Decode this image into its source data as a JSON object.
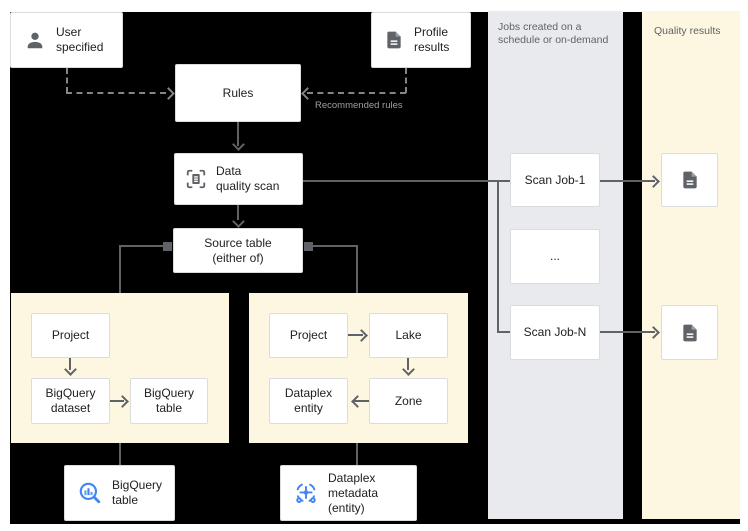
{
  "colors": {
    "page_background": "#ffffff",
    "diagram_background": "#000000",
    "panel_yellow": "#fdf6e0",
    "panel_gray": "#e8eaed",
    "box_background": "#ffffff",
    "box_border": "#dadce0",
    "text_primary": "#202124",
    "text_secondary": "#5f6368",
    "muted_label": "#9aa0a6",
    "connector": "#5f6368",
    "dashed_connector": "#80868b",
    "icon_gray": "#5f6368",
    "icon_blue": "#4285f4"
  },
  "nodes": {
    "user_specified": {
      "lines": [
        "User",
        "specified"
      ],
      "icon": "person-icon"
    },
    "profile_results": {
      "lines": [
        "Profile",
        "results"
      ],
      "icon": "document-icon"
    },
    "rules": {
      "label": "Rules"
    },
    "recommended_rules": {
      "label": "Recommended rules"
    },
    "data_quality_scan": {
      "lines": [
        "Data",
        "quality scan"
      ],
      "icon": "scan-frame-icon"
    },
    "source_table": {
      "lines": [
        "Source table",
        "(either of)"
      ]
    },
    "bq_project": {
      "label": "Project"
    },
    "bq_dataset": {
      "lines": [
        "BigQuery",
        "dataset"
      ]
    },
    "bq_table_panel": {
      "lines": [
        "BigQuery",
        "table"
      ]
    },
    "dp_project": {
      "label": "Project"
    },
    "lake": {
      "label": "Lake"
    },
    "zone": {
      "label": "Zone"
    },
    "dp_entity": {
      "lines": [
        "Dataplex",
        "entity"
      ]
    },
    "bigquery_table": {
      "lines": [
        "BigQuery",
        "table"
      ],
      "icon": "bigquery-icon"
    },
    "dataplex_metadata": {
      "lines": [
        "Dataplex",
        "metadata (entity)"
      ],
      "icon": "dataplex-icon"
    }
  },
  "jobs_column": {
    "header_lines": [
      "Jobs created on a",
      "schedule or on-demand"
    ],
    "jobs": [
      "Scan Job-1",
      "...",
      "Scan Job-N"
    ]
  },
  "results_column": {
    "header": "Quality results",
    "result_icon": "document-icon"
  }
}
